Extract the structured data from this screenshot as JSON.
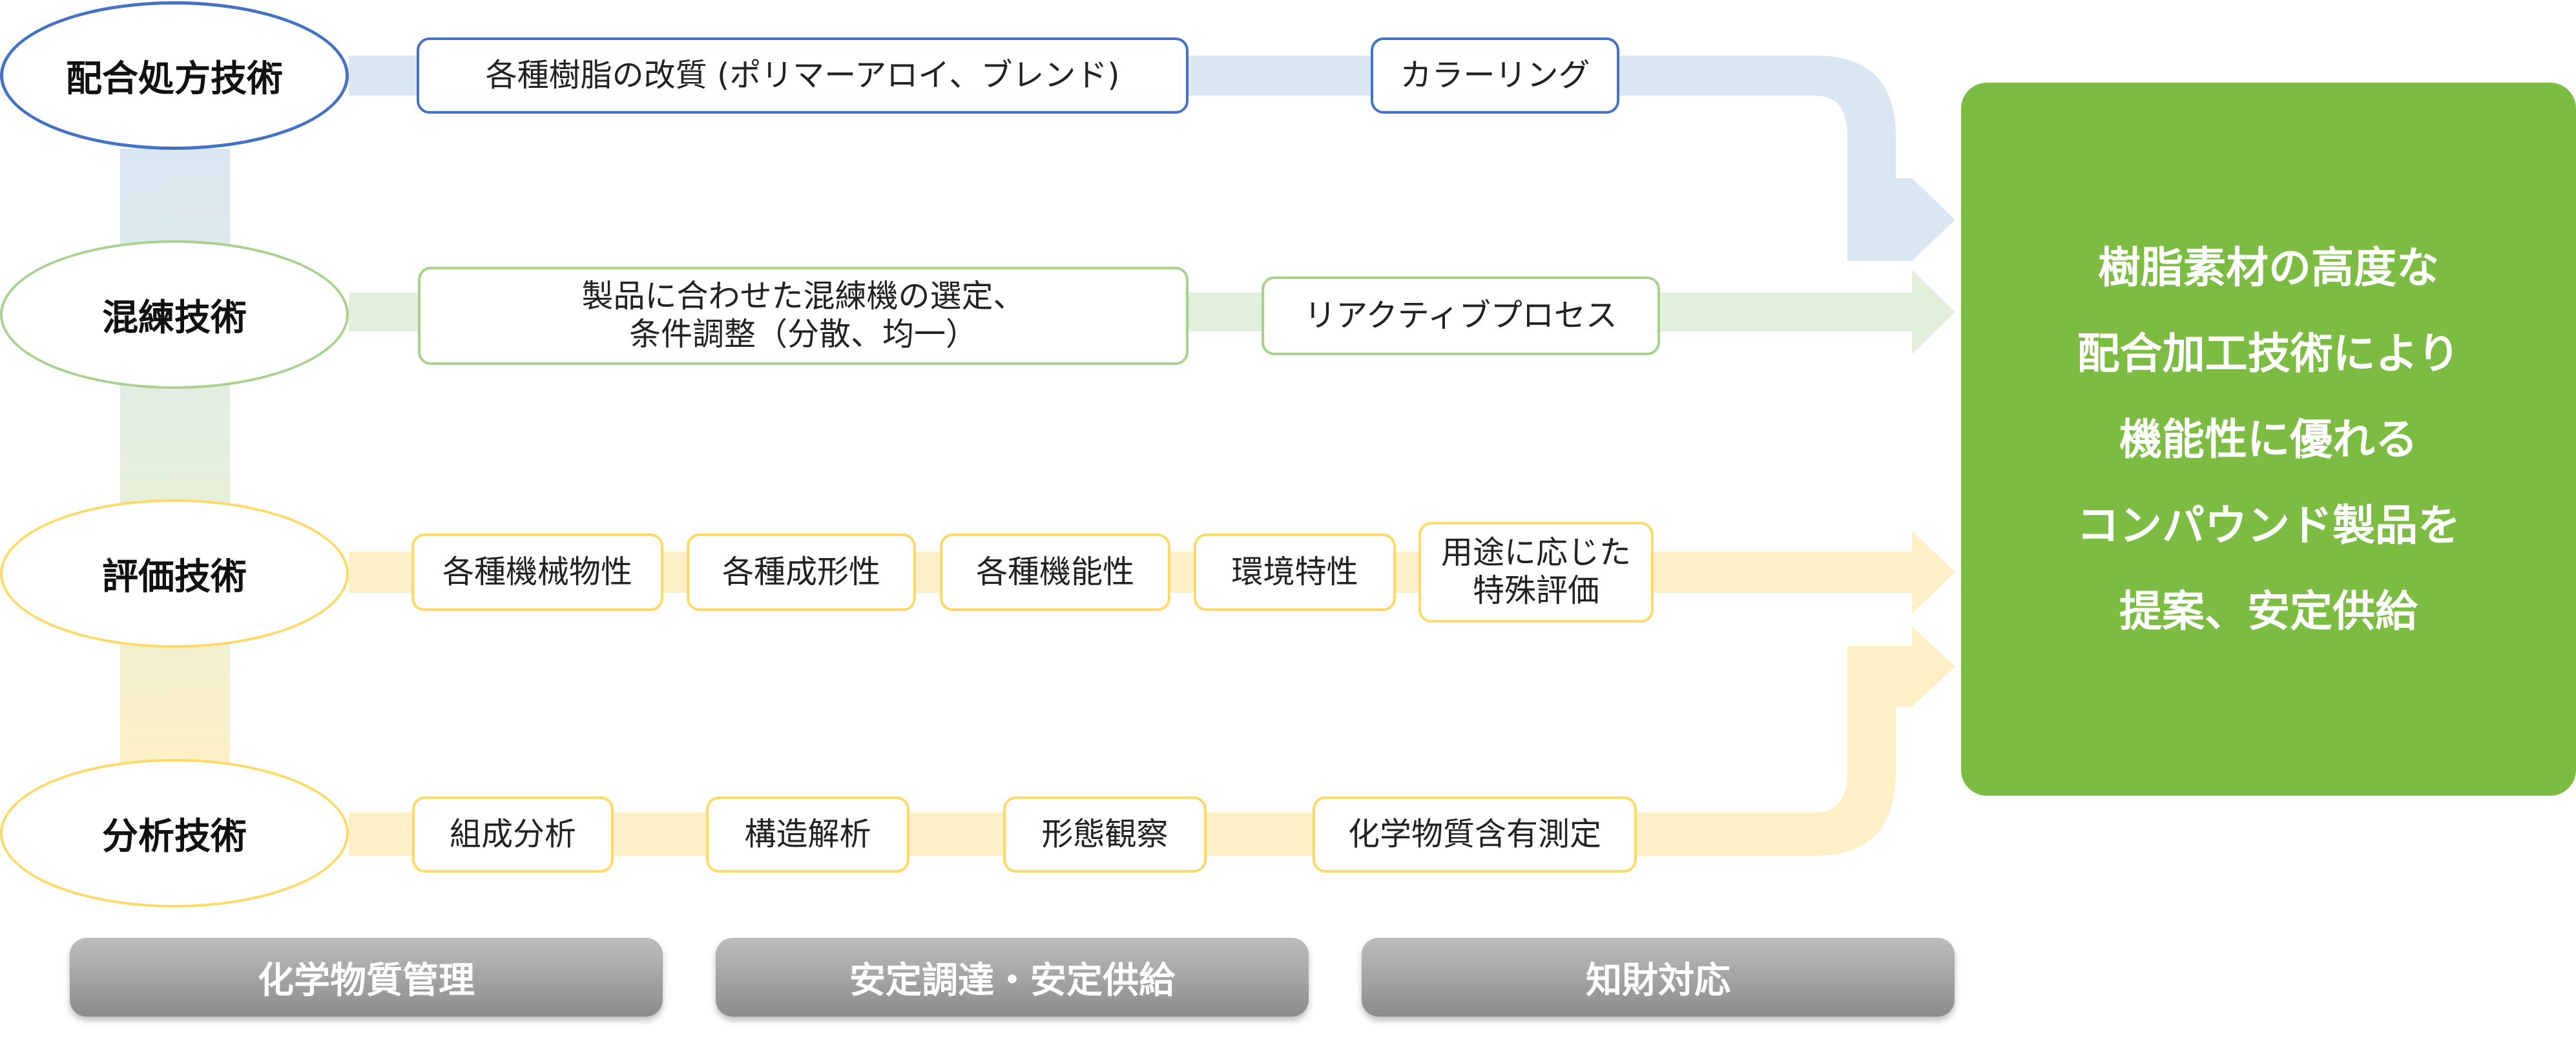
{
  "rows": [
    {
      "label": "配合処方技術",
      "items": [
        "各種樹脂の改質 (ポリマーアロイ、ブレンド)",
        "カラーリング"
      ]
    },
    {
      "label": "混練技術",
      "items": [
        "製品に合わせた混練機の選定、\n条件調整（分散、均一）",
        "リアクティブプロセス"
      ]
    },
    {
      "label": "評価技術",
      "items": [
        "各種機械物性",
        "各種成形性",
        "各種機能性",
        "環境特性",
        "用途に応じた\n特殊評価"
      ]
    },
    {
      "label": "分析技術",
      "items": [
        "組成分析",
        "構造解析",
        "形態観察",
        "化学物質含有測定"
      ]
    }
  ],
  "result": {
    "lines": [
      "樹脂素材の高度な",
      "配合加工技術により",
      "機能性に優れる",
      "コンパウンド製品を",
      "提案、安定供給"
    ]
  },
  "bottom": [
    "化学物質管理",
    "安定調達・安定供給",
    "知財対応"
  ],
  "colors": {
    "blue": "#4472c4",
    "green": "#a9d18e",
    "yellow": "#ffd966",
    "result_green": "#7cbc42"
  }
}
